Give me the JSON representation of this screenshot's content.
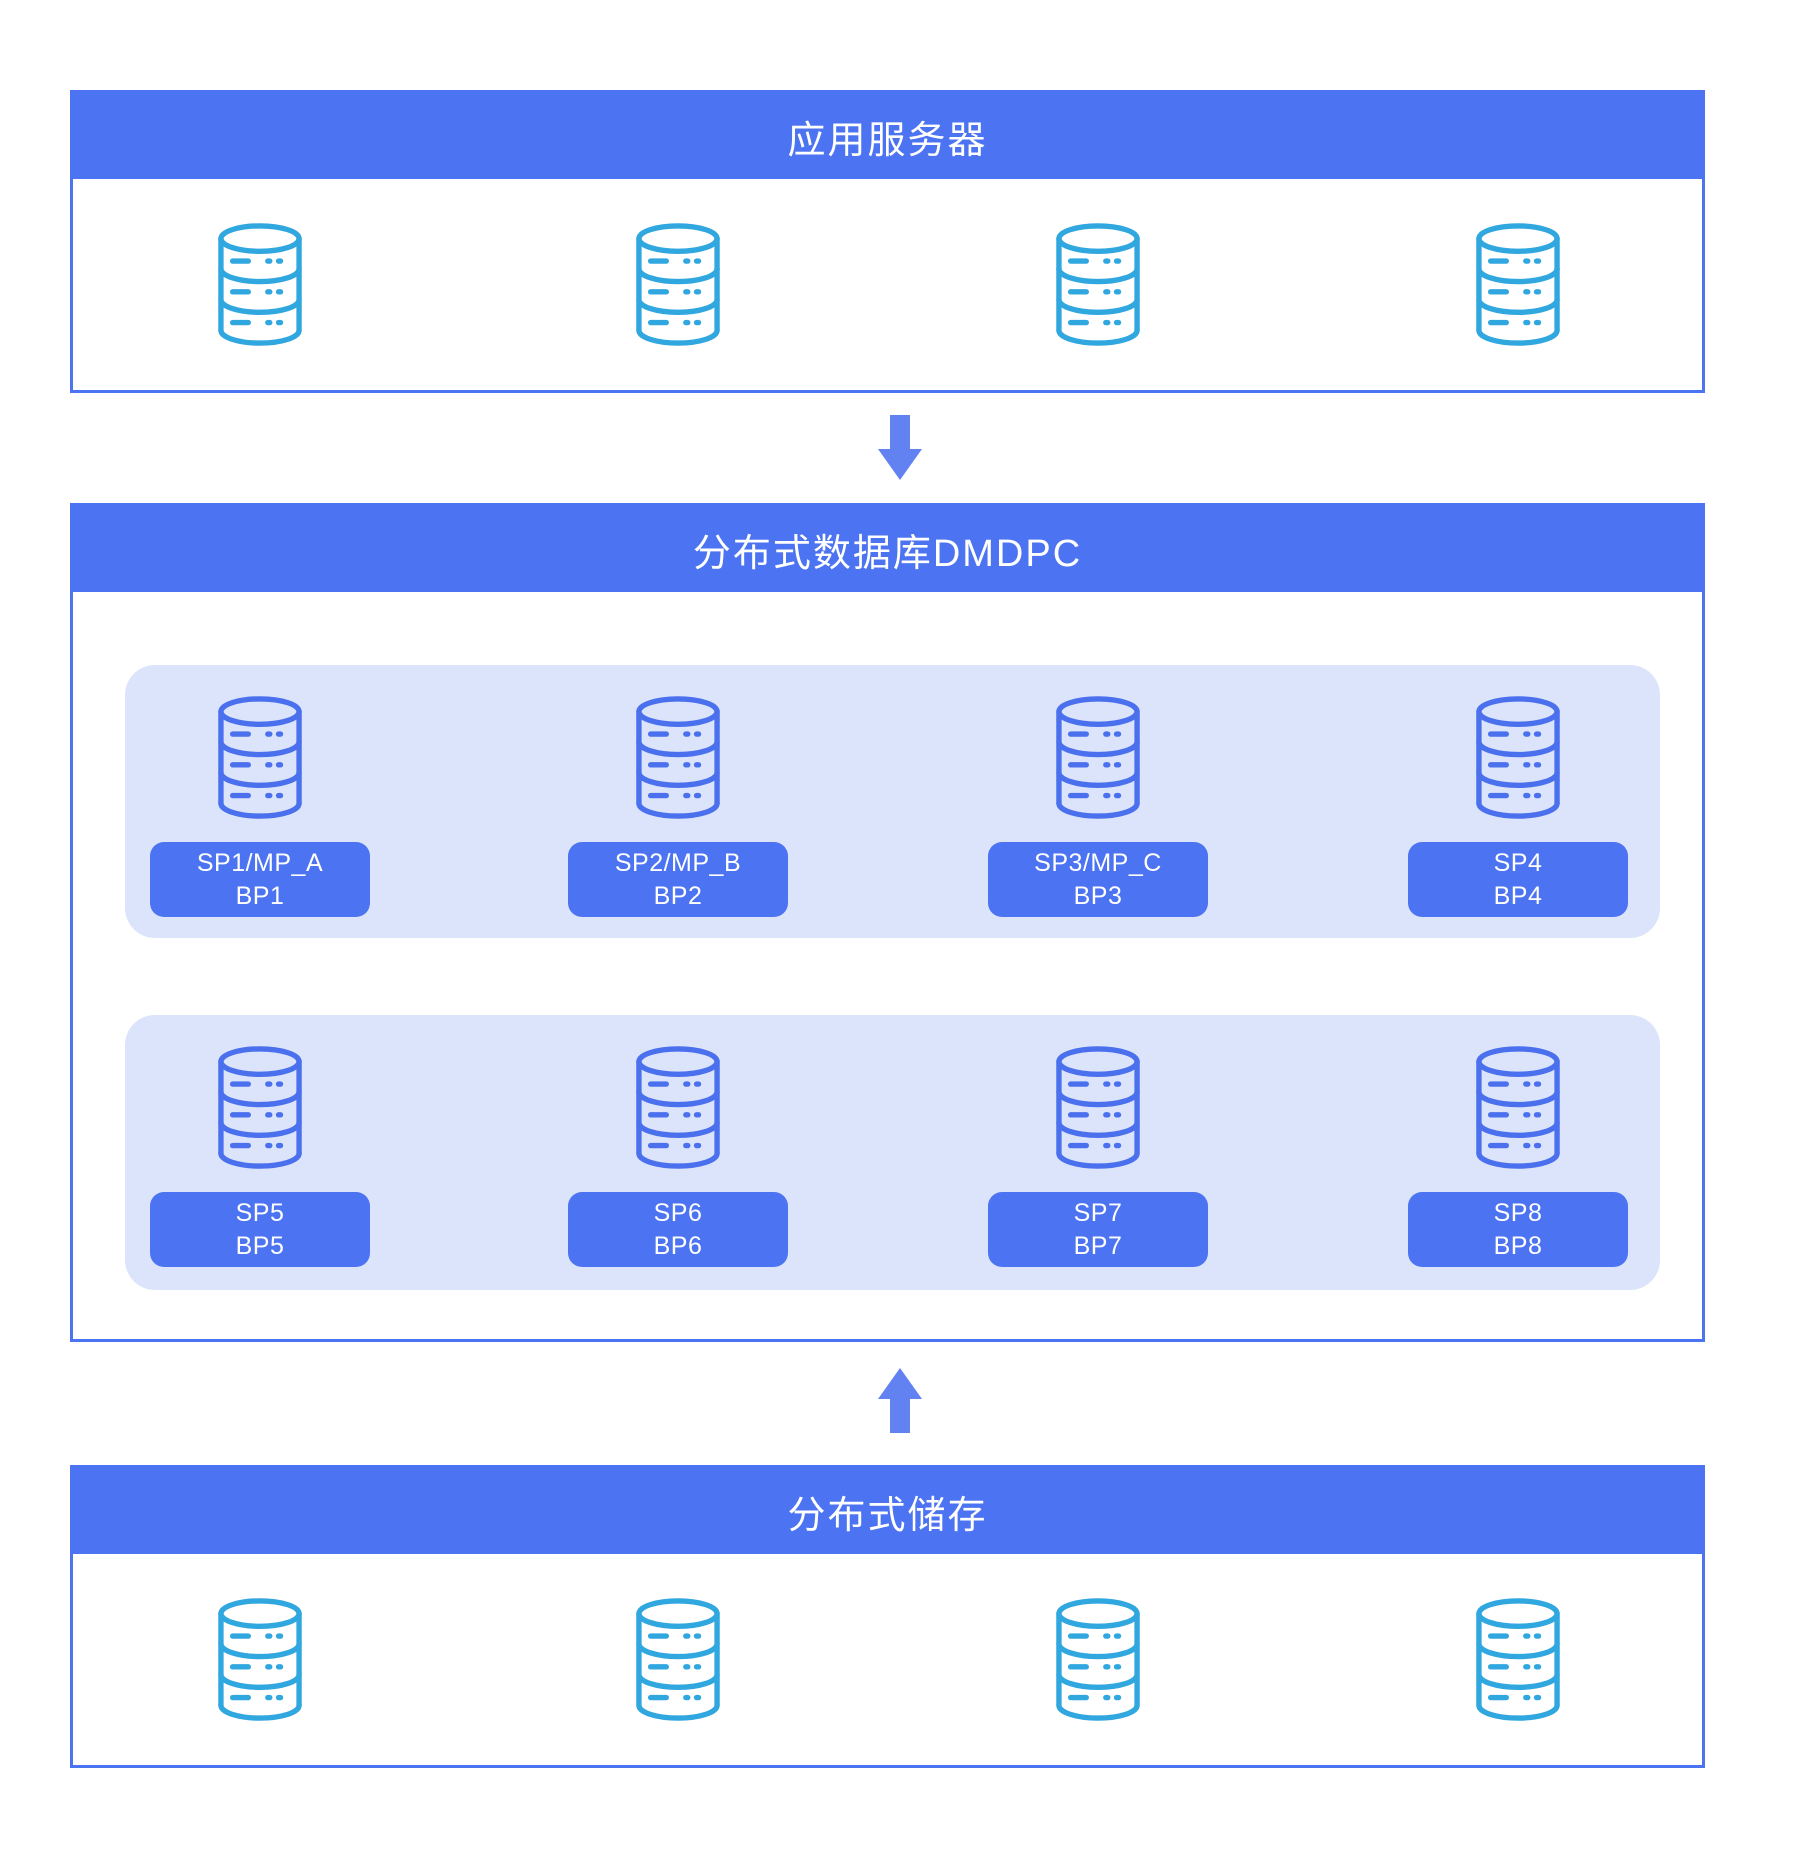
{
  "colors": {
    "primary": "#4c73f1",
    "arrow": "#6182f0",
    "panel_bg": "#dce4fb",
    "icon_cyan": "#31a7e0",
    "icon_blue": "#4a70ee"
  },
  "icons": {
    "database": "database-icon",
    "down_arrow": "down-arrow-icon",
    "up_arrow": "up-arrow-icon"
  },
  "app_server_box": {
    "title": "应用服务器",
    "database_icon_count": 4
  },
  "dmdpc_box": {
    "title": "分布式数据库DMDPC",
    "panels": [
      {
        "nodes": [
          {
            "line1": "SP1/MP_A",
            "line2": "BP1"
          },
          {
            "line1": "SP2/MP_B",
            "line2": "BP2"
          },
          {
            "line1": "SP3/MP_C",
            "line2": "BP3"
          },
          {
            "line1": "SP4",
            "line2": "BP4"
          }
        ]
      },
      {
        "nodes": [
          {
            "line1": "SP5",
            "line2": "BP5"
          },
          {
            "line1": "SP6",
            "line2": "BP6"
          },
          {
            "line1": "SP7",
            "line2": "BP7"
          },
          {
            "line1": "SP8",
            "line2": "BP8"
          }
        ]
      }
    ]
  },
  "storage_box": {
    "title": "分布式储存",
    "database_icon_count": 4
  }
}
